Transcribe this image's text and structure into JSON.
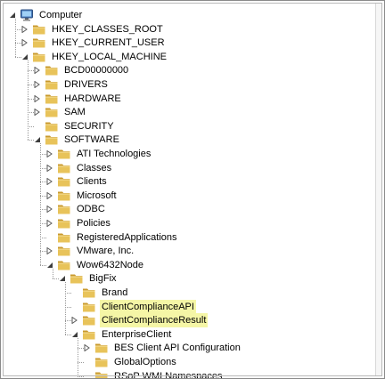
{
  "tree": [
    {
      "label": "Computer",
      "depth": 0,
      "state": "expanded",
      "icon": "computer-icon"
    },
    {
      "label": "HKEY_CLASSES_ROOT",
      "depth": 1,
      "state": "collapsed",
      "icon": "folder-icon"
    },
    {
      "label": "HKEY_CURRENT_USER",
      "depth": 1,
      "state": "collapsed",
      "icon": "folder-icon"
    },
    {
      "label": "HKEY_LOCAL_MACHINE",
      "depth": 1,
      "state": "expanded",
      "icon": "folder-icon"
    },
    {
      "label": "BCD00000000",
      "depth": 2,
      "state": "collapsed",
      "icon": "folder-icon"
    },
    {
      "label": "DRIVERS",
      "depth": 2,
      "state": "collapsed",
      "icon": "folder-icon"
    },
    {
      "label": "HARDWARE",
      "depth": 2,
      "state": "collapsed",
      "icon": "folder-icon"
    },
    {
      "label": "SAM",
      "depth": 2,
      "state": "collapsed",
      "icon": "folder-icon"
    },
    {
      "label": "SECURITY",
      "depth": 2,
      "state": "none",
      "icon": "folder-icon"
    },
    {
      "label": "SOFTWARE",
      "depth": 2,
      "state": "expanded",
      "icon": "folder-icon"
    },
    {
      "label": "ATI Technologies",
      "depth": 3,
      "state": "collapsed",
      "icon": "folder-icon"
    },
    {
      "label": "Classes",
      "depth": 3,
      "state": "collapsed",
      "icon": "folder-icon"
    },
    {
      "label": "Clients",
      "depth": 3,
      "state": "collapsed",
      "icon": "folder-icon"
    },
    {
      "label": "Microsoft",
      "depth": 3,
      "state": "collapsed",
      "icon": "folder-icon"
    },
    {
      "label": "ODBC",
      "depth": 3,
      "state": "collapsed",
      "icon": "folder-icon"
    },
    {
      "label": "Policies",
      "depth": 3,
      "state": "collapsed",
      "icon": "folder-icon"
    },
    {
      "label": "RegisteredApplications",
      "depth": 3,
      "state": "none",
      "icon": "folder-icon"
    },
    {
      "label": "VMware, Inc.",
      "depth": 3,
      "state": "collapsed",
      "icon": "folder-icon"
    },
    {
      "label": "Wow6432Node",
      "depth": 3,
      "state": "expanded",
      "icon": "folder-icon"
    },
    {
      "label": "BigFix",
      "depth": 4,
      "state": "expanded",
      "icon": "folder-icon"
    },
    {
      "label": "Brand",
      "depth": 5,
      "state": "none",
      "icon": "folder-icon"
    },
    {
      "label": "ClientComplianceAPI",
      "depth": 5,
      "state": "none",
      "icon": "folder-icon",
      "highlight": true
    },
    {
      "label": "ClientComplianceResult",
      "depth": 5,
      "state": "collapsed",
      "icon": "folder-icon",
      "highlight": true
    },
    {
      "label": "EnterpriseClient",
      "depth": 5,
      "state": "expanded",
      "icon": "folder-icon"
    },
    {
      "label": "BES Client API Configuration",
      "depth": 6,
      "state": "collapsed",
      "icon": "folder-icon"
    },
    {
      "label": "GlobalOptions",
      "depth": 6,
      "state": "none",
      "icon": "folder-icon"
    },
    {
      "label": "RSoP WMI Namespaces",
      "depth": 6,
      "state": "none",
      "icon": "folder-icon"
    }
  ],
  "colors": {
    "highlight": "#f5f6a6",
    "folder": "#e8c35a",
    "folder_dark": "#c99a2e"
  }
}
